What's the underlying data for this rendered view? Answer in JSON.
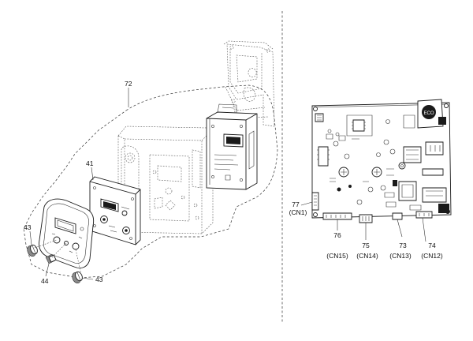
{
  "callouts": {
    "p72": "72",
    "p41": "41",
    "p43_top": "43",
    "p43_bottom": "43",
    "p44": "44",
    "p77": "77",
    "p77_conn": "(CN1)",
    "p76": "76",
    "p76_conn": "(CN15)",
    "p75": "75",
    "p75_conn": "(CN14)",
    "p73": "73",
    "p73_conn": "(CN13)",
    "p74": "74",
    "p74_conn": "(CN12)"
  }
}
